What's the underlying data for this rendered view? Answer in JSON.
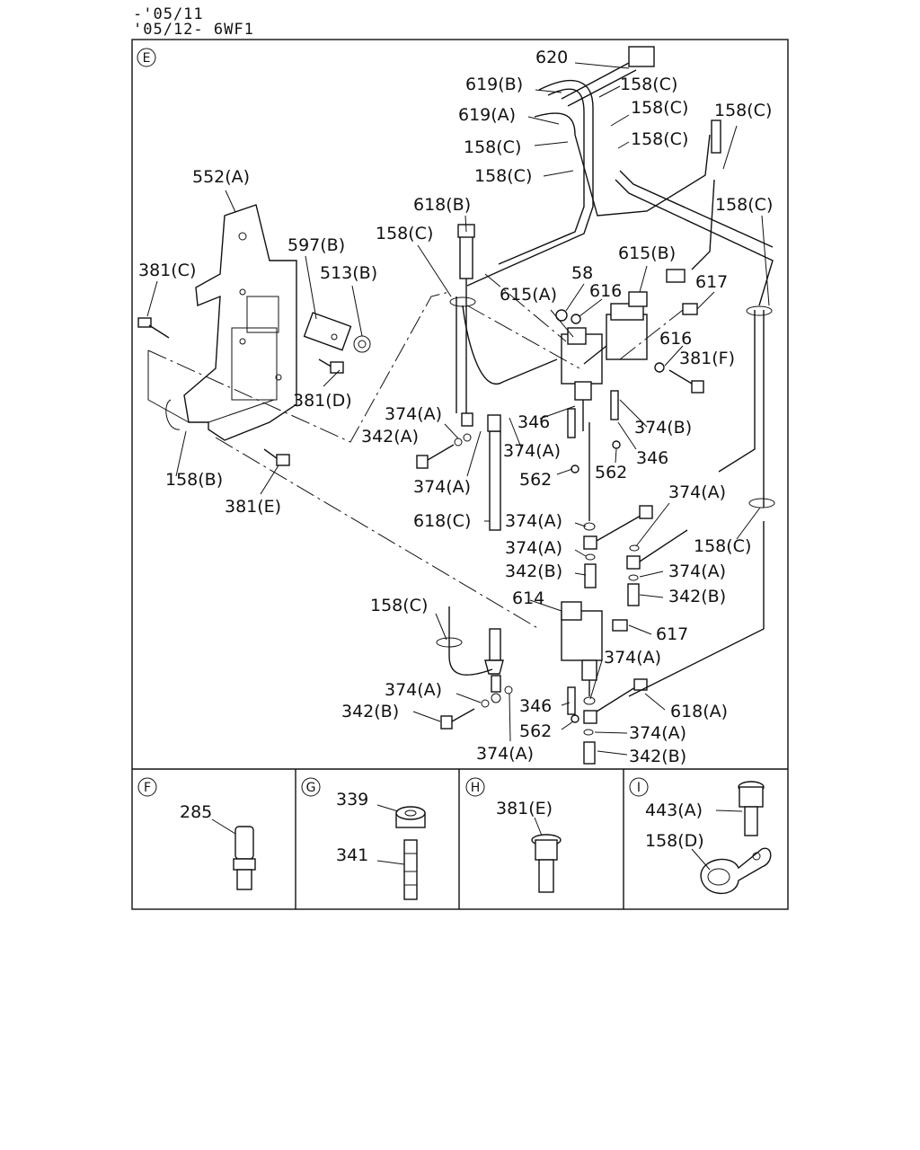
{
  "header": {
    "line1": "-'05/11",
    "line2": "'05/12- 6WF1"
  },
  "sections": {
    "E": "E",
    "F": "F",
    "G": "G",
    "H": "H",
    "I": "I"
  },
  "labels": {
    "l620": "620",
    "l619B": "619(B)",
    "l158C_a": "158(C)",
    "l619A": "619(A)",
    "l158C_b": "158(C)",
    "l158C_c": "158(C)",
    "l158C_d": "158(C)",
    "l158C_e": "158(C)",
    "l158C_f": "158(C)",
    "l552A": "552(A)",
    "l158C_g": "158(C)",
    "l618B": "618(B)",
    "l158C_h": "158(C)",
    "l597B": "597(B)",
    "l513B": "513(B)",
    "l381C": "381(C)",
    "l615B": "615(B)",
    "l58": "58",
    "l617a": "617",
    "l615A": "615(A)",
    "l616a": "616",
    "l616b": "616",
    "l381F": "381(F)",
    "l381D": "381(D)",
    "l374A_a": "374(A)",
    "l342A": "342(A)",
    "l346a": "346",
    "l374B": "374(B)",
    "l374A_b": "374(A)",
    "l346b": "346",
    "l158B": "158(B)",
    "l562a": "562",
    "l562b": "562",
    "l374A_c": "374(A)",
    "l381E": "381(E)",
    "l374A_d": "374(A)",
    "l618C": "618(C)",
    "l374A_e": "374(A)",
    "l158C_i": "158(C)",
    "l374A_f": "374(A)",
    "l342B_a": "342(B)",
    "l374A_g": "374(A)",
    "l614": "614",
    "l342B_b": "342(B)",
    "l158C_j": "158(C)",
    "l617b": "617",
    "l374A_h": "374(A)",
    "l374A_i": "374(A)",
    "l346c": "346",
    "l618A": "618(A)",
    "l342B_c": "342(B)",
    "l562c": "562",
    "l374A_j": "374(A)",
    "l374A_k": "374(A)",
    "l342B_d": "342(B)",
    "l285": "285",
    "l339": "339",
    "l341": "341",
    "l381E_h": "381(E)",
    "l443A": "443(A)",
    "l158D": "158(D)"
  }
}
